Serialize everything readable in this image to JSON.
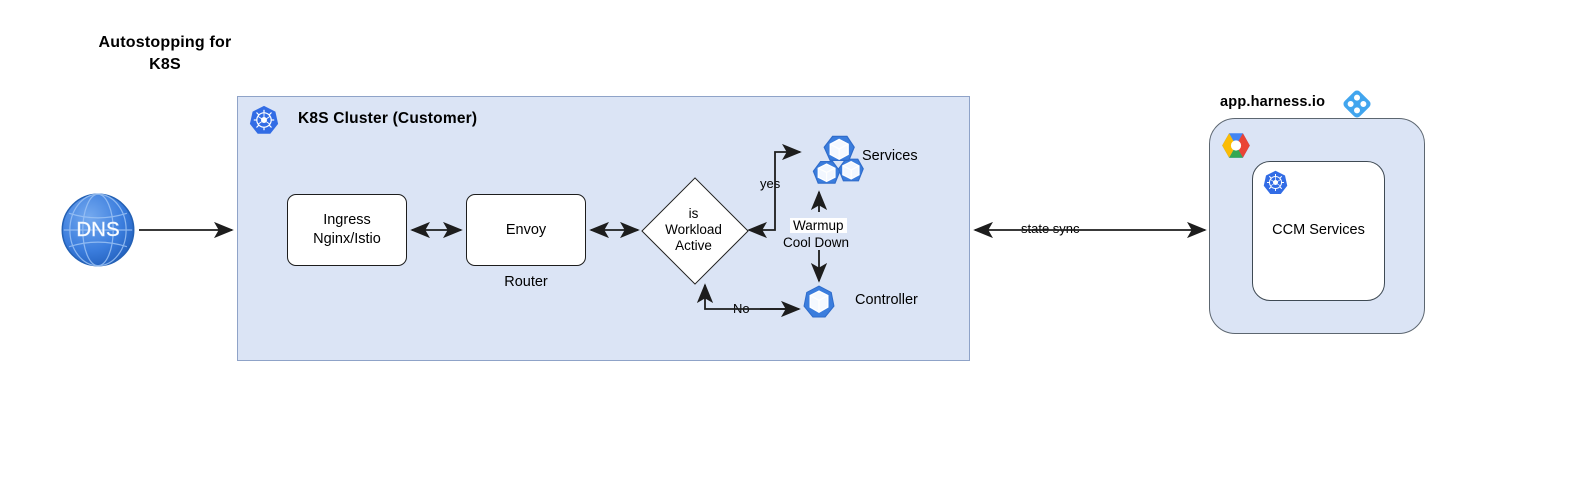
{
  "title": "Autostopping for\nK8S",
  "cluster": {
    "title": "K8S Cluster (Customer)",
    "icon": "kubernetes-icon",
    "nodes": {
      "dns": {
        "label": "DNS",
        "icon": "dns-globe-icon"
      },
      "ingress": {
        "label": "Ingress\nNginx/Istio"
      },
      "envoy": {
        "label": "Envoy",
        "sublabel": "Router"
      },
      "decision": {
        "label": "is\nWorkload\nActive"
      },
      "services": {
        "label": "Services",
        "icon": "services-cubes-icon"
      },
      "controller": {
        "label": "Controller",
        "icon": "controller-cube-icon"
      }
    },
    "edges": {
      "yes": "yes",
      "no": "No",
      "warmup": "Warmup",
      "cooldown": "Cool Down"
    }
  },
  "link": {
    "state_sync": "state sync"
  },
  "harness": {
    "label": "app.harness.io",
    "logo_icon": "harness-logo-icon",
    "cloud_icon": "google-cloud-icon",
    "inner": {
      "label": "CCM Services",
      "icon": "kubernetes-icon"
    }
  },
  "colors": {
    "cluster_bg": "#dbe4f5",
    "cluster_border": "#8fa3c8",
    "k8s_blue": "#326ce5",
    "harness_blue": "#41a5ee",
    "dns_blue": "#2e75d4",
    "stroke": "#1d1d1d",
    "node_fill": "#ffffff"
  }
}
